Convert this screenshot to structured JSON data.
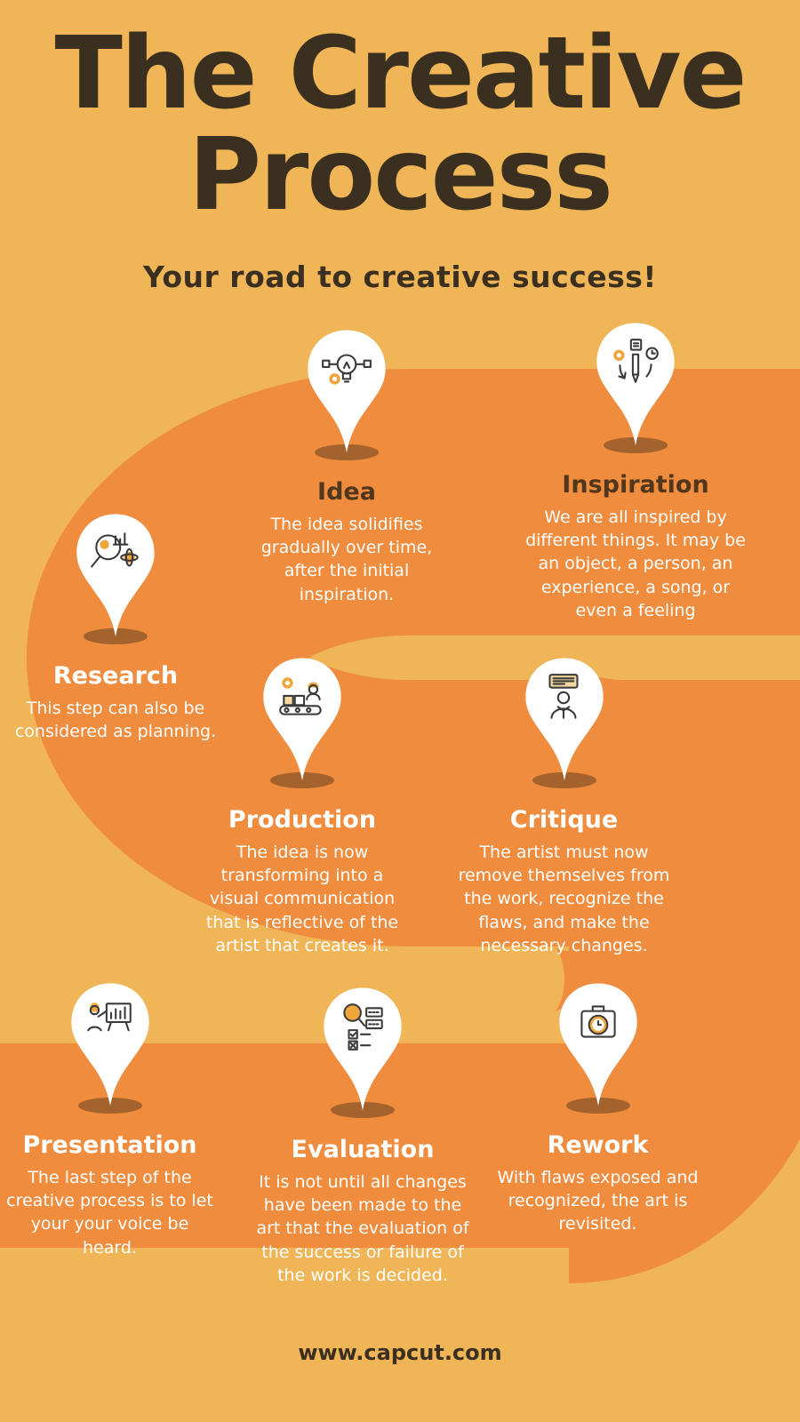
{
  "title": {
    "line1": "The Creative",
    "line2": "Process",
    "subtitle": "Your road to creative success!"
  },
  "colors": {
    "background": "#F0B557",
    "road": "#EF8C3E",
    "pin": "#FFFFFF",
    "shadow": "#A4622C",
    "title": "#3B2F1F",
    "heading_light": "#FFFFFF",
    "heading_dark": "#50361B",
    "body_text": "#FFFFFF",
    "accent": "#F0A63C",
    "icon_stroke": "#3A3A3A"
  },
  "steps": [
    {
      "id": "idea",
      "label": "Idea",
      "icon": "idea-icon",
      "description": "The idea solidifies gradually over time, after the initial inspiration."
    },
    {
      "id": "inspiration",
      "label": "Inspiration",
      "icon": "inspiration-icon",
      "description": "We are all inspired by different things.  It may be an object, a person, an experience, a song, or even a feeling"
    },
    {
      "id": "research",
      "label": "Research",
      "icon": "research-icon",
      "description": "This step can also be considered as planning."
    },
    {
      "id": "production",
      "label": "Production",
      "icon": "production-icon",
      "description": "The idea is now transforming into a visual communication that is reflective of the artist that creates it."
    },
    {
      "id": "critique",
      "label": "Critique",
      "icon": "critique-icon",
      "description": "The artist must now remove themselves from the work, recognize the flaws, and make the necessary changes."
    },
    {
      "id": "presentation",
      "label": "Presentation",
      "icon": "presentation-icon",
      "description": "The last step of the creative process is to let your your voice be heard."
    },
    {
      "id": "evaluation",
      "label": "Evaluation",
      "icon": "evaluation-icon",
      "description": "It is not until all changes have been made to the art that the evaluation of the success or failure of the work is decided."
    },
    {
      "id": "rework",
      "label": "Rework",
      "icon": "rework-icon",
      "description": "With flaws exposed and recognized, the art is revisited."
    }
  ],
  "footer": {
    "url": "www.capcut.com"
  }
}
